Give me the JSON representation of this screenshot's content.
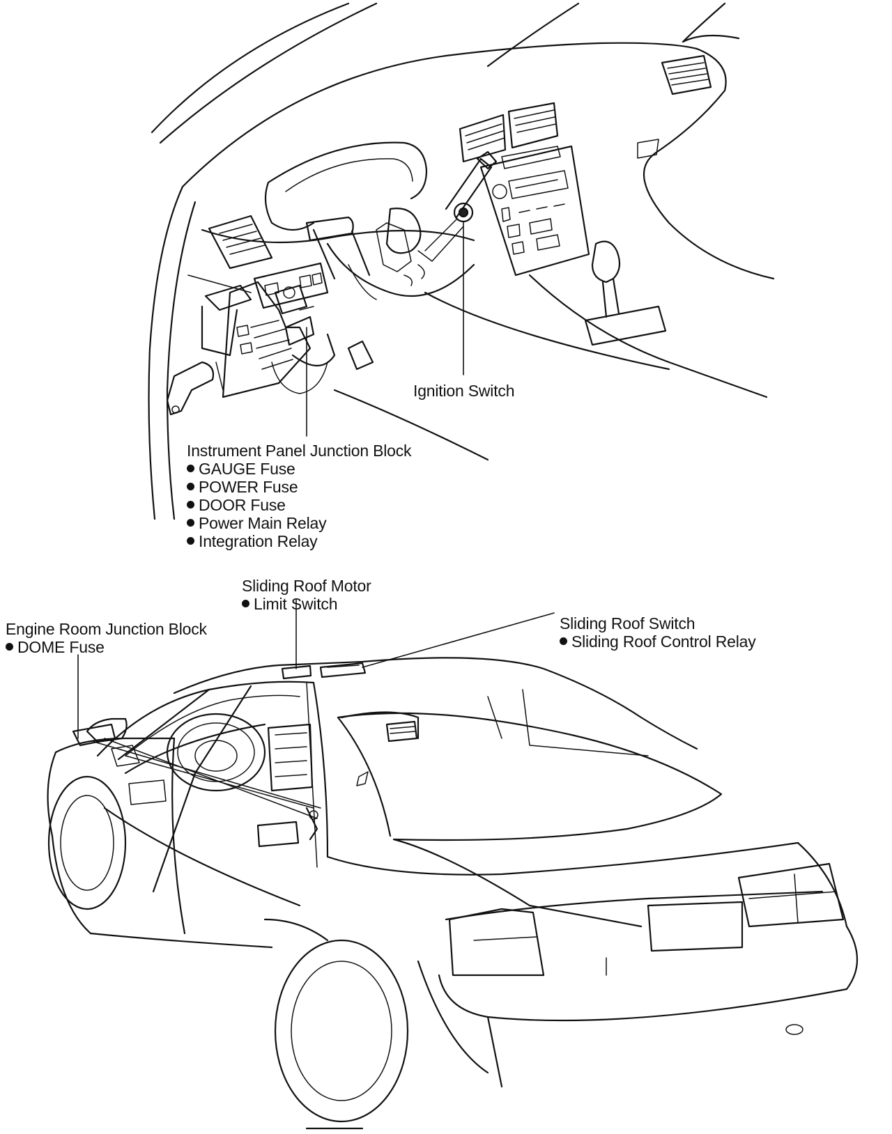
{
  "labels": {
    "ignition_switch": "Ignition Switch",
    "ip_junction_block": {
      "title": "Instrument Panel Junction Block",
      "items": [
        "GAUGE Fuse",
        "POWER Fuse",
        "DOOR Fuse",
        "Power Main Relay",
        "Integration Relay"
      ]
    },
    "sliding_roof_motor": {
      "title": "Sliding Roof Motor",
      "items": [
        "Limit Switch"
      ]
    },
    "engine_room_junction_block": {
      "title": "Engine Room Junction Block",
      "items": [
        "DOME Fuse"
      ]
    },
    "sliding_roof_switch": {
      "title": "Sliding Roof Switch",
      "items": [
        "Sliding Roof Control Relay"
      ]
    }
  }
}
